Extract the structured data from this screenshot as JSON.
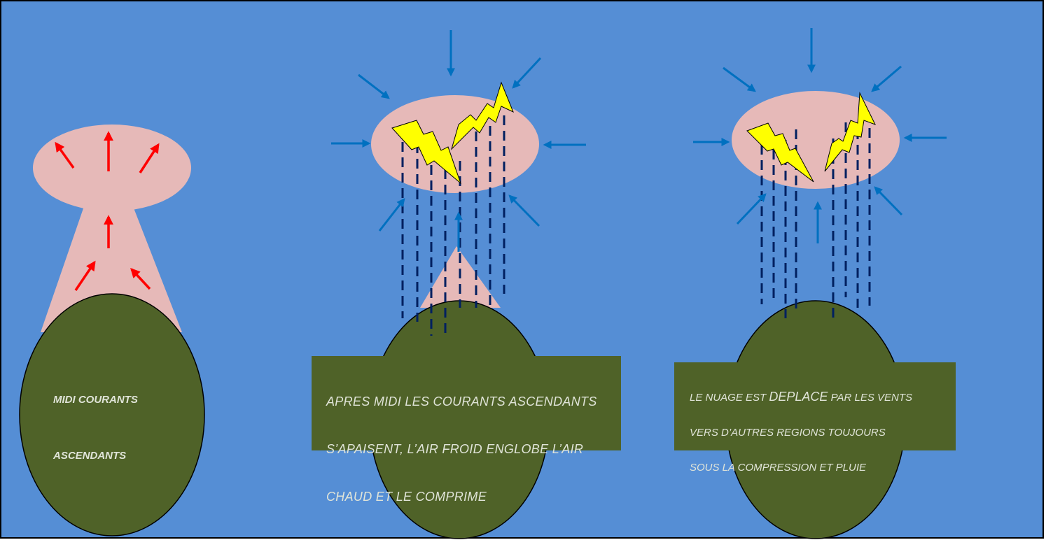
{
  "colors": {
    "sky": "#558ed5",
    "cloud": "#e6b9b8",
    "ground": "#4f6228",
    "label_box": "#4f6228",
    "label_text": "#e0e4d8",
    "arrow_rising": "#ff0000",
    "arrow_wind": "#0070c0",
    "rain": "#002060",
    "lightning": "#ffff00"
  },
  "panels": [
    {
      "stage": "midi",
      "label_lines": [
        "MIDI  COURANTS",
        "ASCENDANTS"
      ],
      "icons": [
        "rising-air-arrow-icon"
      ]
    },
    {
      "stage": "apres-midi",
      "label_lines": [
        "APRES MIDI LES COURANTS ASCENDANTS",
        "S’APAISENT, L’AIR FROID ENGLOBE L’AIR",
        "CHAUD ET LE COMPRIME"
      ],
      "icons": [
        "lightning-icon",
        "rain-icon",
        "wind-arrow-icon"
      ]
    },
    {
      "stage": "deplacement",
      "label_before": "LE NUAGE EST ",
      "label_emphasis": "DEPLACE",
      "label_after": " PAR LES VENTS",
      "label_line2": "VERS D’AUTRES REGIONS TOUJOURS",
      "label_line3": "SOUS LA COMPRESSION ET PLUIE",
      "icons": [
        "lightning-icon",
        "rain-icon",
        "wind-arrow-icon"
      ]
    }
  ]
}
